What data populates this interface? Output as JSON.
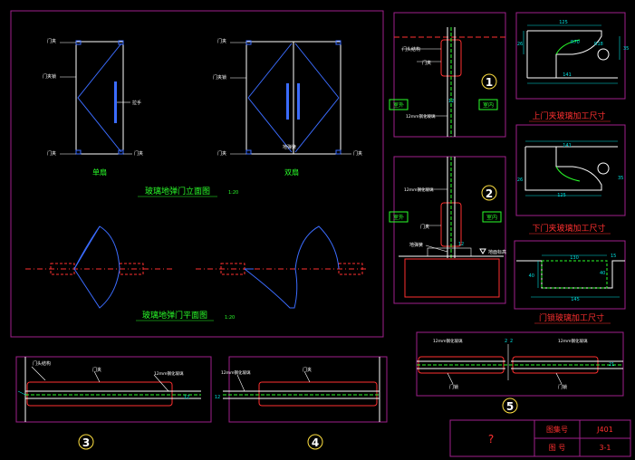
{
  "elevation": {
    "single_label": "单扇",
    "double_label": "双扇",
    "title": "玻璃地弹门立面图",
    "scale": "1:20",
    "callout_top": "门夹",
    "callout_mid": "门夹锁",
    "callout_handle": "拉手",
    "callout_bottom": "门夹",
    "callout_double_mid": "门夹锁",
    "callout_pivot": "地弹簧"
  },
  "plan": {
    "title": "玻璃地弹门平面图",
    "scale": "1:20"
  },
  "detail1": {
    "number": "1",
    "label_ceiling": "门头结构",
    "label_clip": "门夹",
    "label_outdoor": "室外",
    "label_indoor": "室内",
    "label_glass": "12mm钢化玻璃",
    "dim": "12"
  },
  "detail2": {
    "number": "2",
    "label_glass": "12mm钢化玻璃",
    "label_outdoor": "室外",
    "label_indoor": "室内",
    "label_clip": "门夹",
    "label_spring": "地弹簧",
    "label_floor": "地面标高",
    "dim": "12"
  },
  "top_clip": {
    "title": "上门夹玻璃加工尺寸",
    "dim_top": "125",
    "dim_r": "R70",
    "dim_r2": "R18",
    "dim_side_l": "26",
    "dim_side_r": "35",
    "dim_bottom": "141"
  },
  "bottom_clip": {
    "title": "下门夹玻璃加工尺寸",
    "dim_top": "141",
    "dim_side_l": "26",
    "dim_bottom": "125",
    "dim_side_r": "35"
  },
  "lock": {
    "title": "门锁玻璃加工尺寸",
    "dim_top": "130",
    "dim_tr": "15",
    "dim_left": "40",
    "dim_mid": "40",
    "dim_bottom": "145"
  },
  "detail3": {
    "number": "3",
    "label_left": "门头结构",
    "label_clip": "门夹",
    "label_glass": "12mm钢化玻璃",
    "dim": "12"
  },
  "detail4": {
    "number": "4",
    "label_glass": "12mm钢化玻璃",
    "label_clip": "门夹",
    "dim": "12"
  },
  "detail5": {
    "number": "5",
    "label_glass_l": "12mm钢化玻璃",
    "label_glass_r": "12mm钢化玻璃",
    "label_gap_l": "2",
    "label_gap_r": "2",
    "label_lock_l": "门锁",
    "label_lock_r": "门锁",
    "dim": "21"
  },
  "title_block": {
    "mark": "?",
    "drawing_set_label": "图集号",
    "drawing_set_value": "J401",
    "drawing_no_label": "图    号",
    "drawing_no_value": "3-1"
  },
  "colors": {
    "frame": "#a0208c",
    "outline": "#ffffff",
    "glass": "#3b6cff",
    "accent": "#ff3030",
    "text_green": "#2aff2a",
    "text_yellow": "#ffe040",
    "dim": "#00e0e0"
  }
}
